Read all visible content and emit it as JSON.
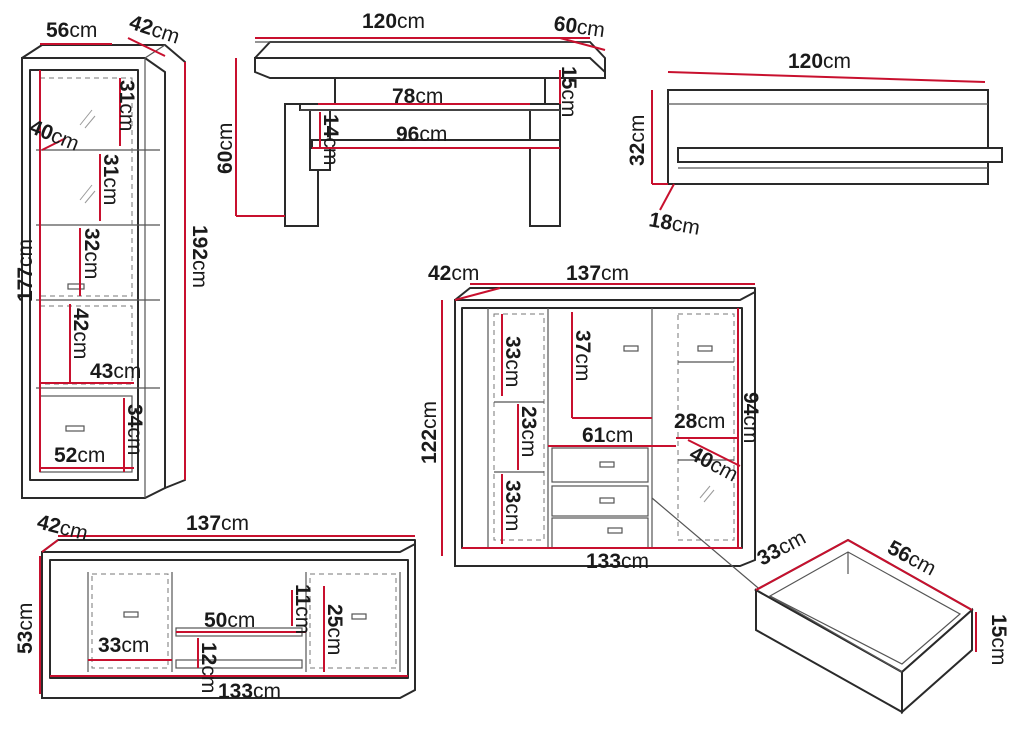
{
  "accent_color": "#c8102e",
  "vitrine": {
    "width": {
      "num": "56",
      "unit": "cm"
    },
    "depth": {
      "num": "42",
      "unit": "cm"
    },
    "inner_height": {
      "num": "177",
      "unit": "cm"
    },
    "height": {
      "num": "192",
      "unit": "cm"
    },
    "shelf1": {
      "num": "31",
      "unit": "cm"
    },
    "shelf_depth": {
      "num": "40",
      "unit": "cm"
    },
    "shelf2": {
      "num": "31",
      "unit": "cm"
    },
    "shelf3": {
      "num": "32",
      "unit": "cm"
    },
    "shelf4": {
      "num": "42",
      "unit": "cm"
    },
    "inner_width": {
      "num": "43",
      "unit": "cm"
    },
    "drawer_height": {
      "num": "34",
      "unit": "cm"
    },
    "drawer_width": {
      "num": "52",
      "unit": "cm"
    }
  },
  "console": {
    "width": {
      "num": "120",
      "unit": "cm"
    },
    "depth": {
      "num": "60",
      "unit": "cm"
    },
    "height": {
      "num": "60",
      "unit": "cm"
    },
    "top_gap": {
      "num": "15",
      "unit": "cm"
    },
    "upper_width": {
      "num": "78",
      "unit": "cm"
    },
    "lower_gap": {
      "num": "14",
      "unit": "cm"
    },
    "lower_width": {
      "num": "96",
      "unit": "cm"
    }
  },
  "wall_shelf": {
    "width": {
      "num": "120",
      "unit": "cm"
    },
    "height": {
      "num": "32",
      "unit": "cm"
    },
    "depth": {
      "num": "18",
      "unit": "cm"
    }
  },
  "cabinet": {
    "depth": {
      "num": "42",
      "unit": "cm"
    },
    "width": {
      "num": "137",
      "unit": "cm"
    },
    "height": {
      "num": "122",
      "unit": "cm"
    },
    "left_shelf1": {
      "num": "33",
      "unit": "cm"
    },
    "upper_compartment": {
      "num": "37",
      "unit": "cm"
    },
    "right_height": {
      "num": "94",
      "unit": "cm"
    },
    "left_shelf2": {
      "num": "23",
      "unit": "cm"
    },
    "middle_width": {
      "num": "61",
      "unit": "cm"
    },
    "right_compartment": {
      "num": "28",
      "unit": "cm"
    },
    "right_depth": {
      "num": "40",
      "unit": "cm"
    },
    "left_shelf3": {
      "num": "33",
      "unit": "cm"
    },
    "inner_width": {
      "num": "133",
      "unit": "cm"
    }
  },
  "tv_stand": {
    "depth": {
      "num": "42",
      "unit": "cm"
    },
    "width": {
      "num": "137",
      "unit": "cm"
    },
    "height": {
      "num": "53",
      "unit": "cm"
    },
    "side_compartment": {
      "num": "33",
      "unit": "cm"
    },
    "shelf_width": {
      "num": "50",
      "unit": "cm"
    },
    "shelf_gap": {
      "num": "11",
      "unit": "cm"
    },
    "inner_height": {
      "num": "25",
      "unit": "cm"
    },
    "bottom_gap": {
      "num": "12",
      "unit": "cm"
    },
    "inner_width": {
      "num": "133",
      "unit": "cm"
    }
  },
  "drawer": {
    "depth": {
      "num": "33",
      "unit": "cm"
    },
    "width": {
      "num": "56",
      "unit": "cm"
    },
    "height": {
      "num": "15",
      "unit": "cm"
    }
  }
}
